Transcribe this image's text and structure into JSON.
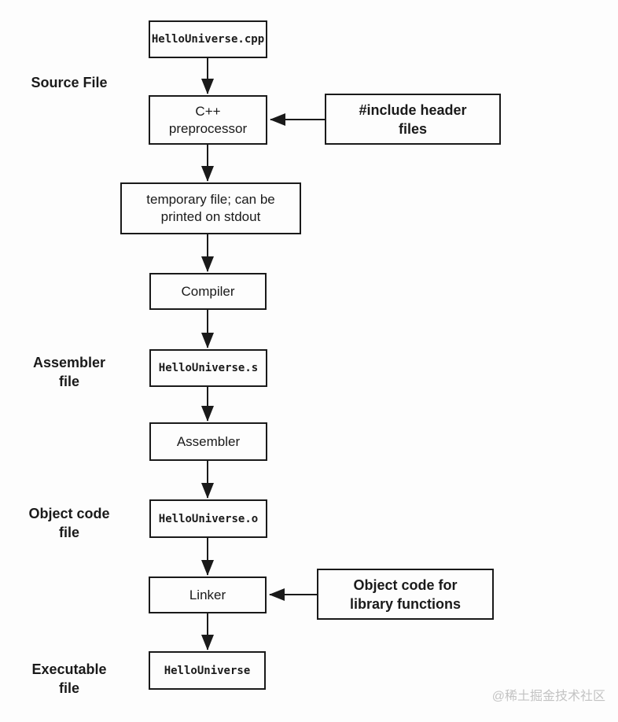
{
  "diagram": {
    "title": "C++ compilation process flowchart",
    "nodes": {
      "source_file": {
        "label": "HelloUniverse.cpp",
        "style": "monospace"
      },
      "preprocessor": {
        "label": "C++\npreprocessor",
        "style": "process"
      },
      "include_headers": {
        "label": "#include header\nfiles",
        "style": "callout"
      },
      "temp_file": {
        "label": "temporary file; can be\nprinted on stdout",
        "style": "process"
      },
      "compiler": {
        "label": "Compiler",
        "style": "process"
      },
      "assembly_file": {
        "label": "HelloUniverse.s",
        "style": "monospace"
      },
      "assembler": {
        "label": "Assembler",
        "style": "process"
      },
      "object_file": {
        "label": "HelloUniverse.o",
        "style": "monospace"
      },
      "linker": {
        "label": "Linker",
        "style": "process"
      },
      "library_objects": {
        "label": "Object code for\nlibrary functions",
        "style": "callout"
      },
      "executable": {
        "label": "HelloUniverse",
        "style": "monospace"
      }
    },
    "side_labels": {
      "source": "Source File",
      "assembler": "Assembler\nfile",
      "object": "Object code\nfile",
      "executable": "Executable\nfile"
    },
    "edges": [
      "source_file -> preprocessor",
      "include_headers -> preprocessor",
      "preprocessor -> temp_file",
      "temp_file -> compiler",
      "compiler -> assembly_file",
      "assembly_file -> assembler",
      "assembler -> object_file",
      "object_file -> linker",
      "library_objects -> linker",
      "linker -> executable"
    ]
  },
  "watermark": "@稀土掘金技术社区",
  "colors": {
    "ink": "#1a1a1a",
    "background": "#fdfdfd",
    "watermark": "#c3c3c3"
  }
}
